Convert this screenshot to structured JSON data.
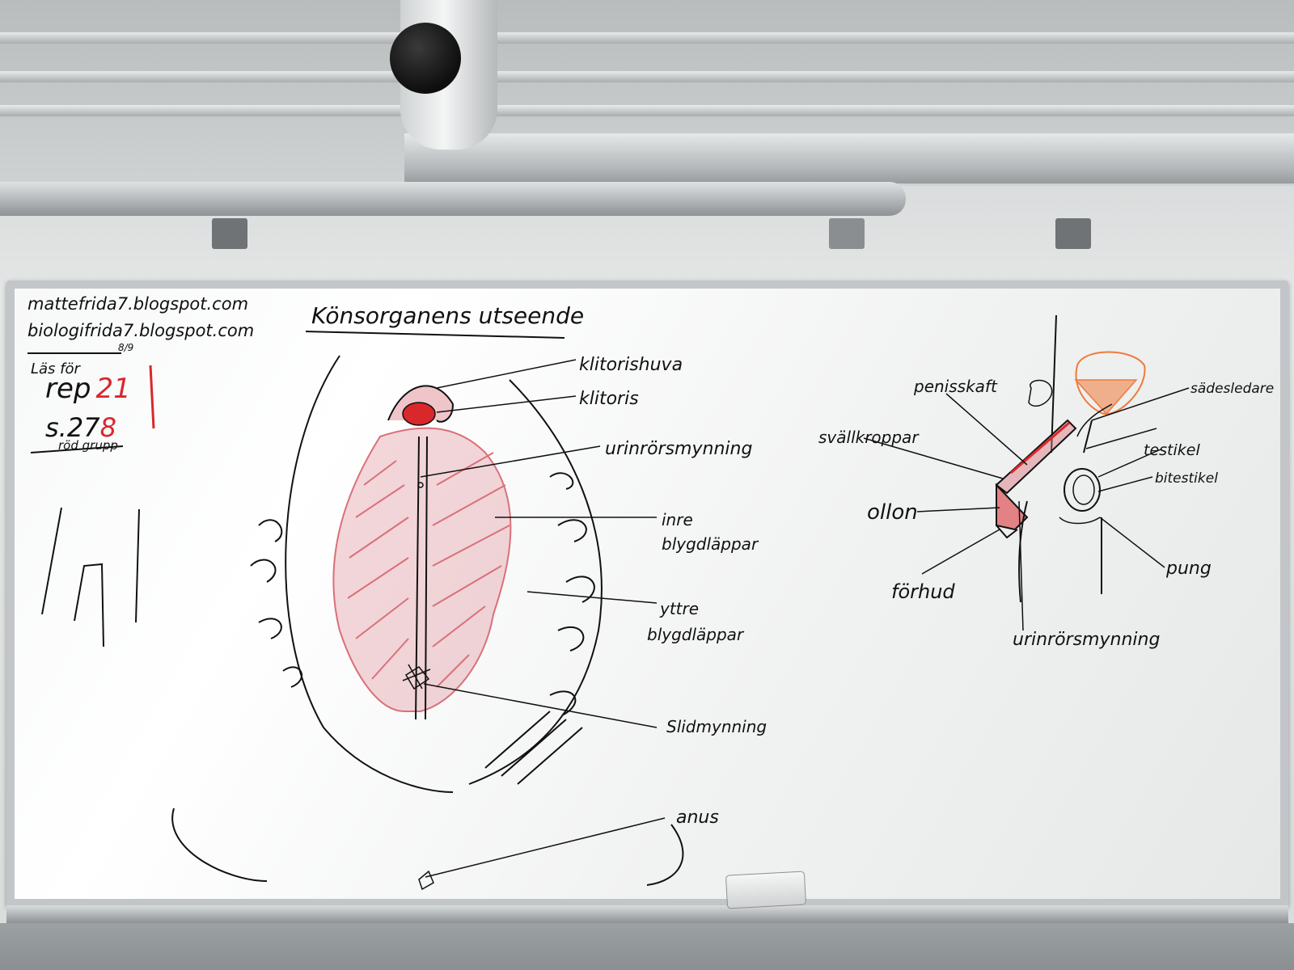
{
  "board": {
    "notes": {
      "url1": "mattefrida7.blogspot.com",
      "url2": "biologifrida7.blogspot.com",
      "small_fraction": "8/9",
      "line_las": "Läs för",
      "rep": "rep",
      "rep_num": "21",
      "page_prefix": "s.27",
      "page_red": "8",
      "group": "röd grupp"
    },
    "female": {
      "title": "Könsorganens utseende",
      "labels": {
        "klitorishuva": "klitorishuva",
        "klitoris": "klitoris",
        "urinrorsmynning": "urinrörsmynning",
        "inre1": "inre",
        "inre2": "blygdläppar",
        "yttre1": "yttre",
        "yttre2": "blygdläppar",
        "slidmynning": "Slidmynning",
        "anus": "anus"
      }
    },
    "male": {
      "labels": {
        "penisskaft": "penisskaft",
        "svallkroppar": "svällkroppar",
        "sadesledare": "sädesledare",
        "testikel": "testikel",
        "bitestikel": "bitestikel",
        "ollon": "ollon",
        "pung": "pung",
        "forhud": "förhud",
        "urinrorsmynning": "urinrörsmynning"
      }
    },
    "colors": {
      "ink_black": "#111111",
      "ink_red": "#d8282c",
      "ink_pink": "#d9707a",
      "ink_orange": "#f07a3a"
    }
  }
}
